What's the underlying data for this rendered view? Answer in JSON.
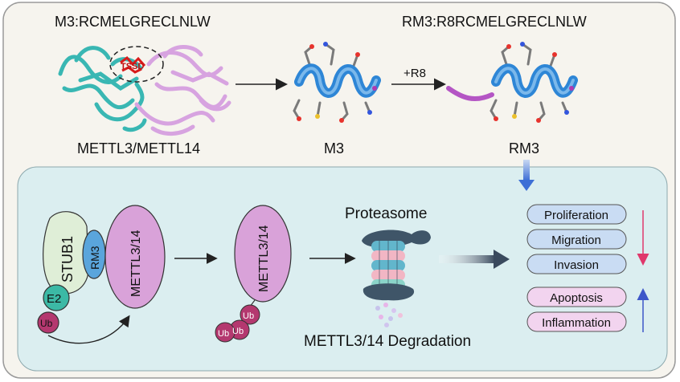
{
  "top": {
    "m3_sequence": "M3:RCMELGRECLNLW",
    "rm3_sequence": "RM3:R8RCMELGRECLNLW",
    "complex_label": "METTL3/METTL14",
    "binding_site_label": "TSSD",
    "m3_label": "M3",
    "rm3_label": "RM3",
    "r8_label": "+R8"
  },
  "bottom": {
    "stub1_label": "STUB1",
    "rm3_label": "RM3",
    "e2_label": "E2",
    "ub_label": "Ub",
    "mettl_label": "METTL3/14",
    "ub_chain": [
      "Ub",
      "Ub",
      "Ub"
    ],
    "proteasome_label": "Proteasome",
    "degradation_label": "METTL3/14 Degradation",
    "down_outcomes": [
      "Proliferation",
      "Migration",
      "Invasion"
    ],
    "up_outcomes": [
      "Apoptosis",
      "Inflammation"
    ]
  },
  "colors": {
    "background_top": "#f6f4ee",
    "background_bottom": "#dbeef0",
    "helix": "#2e86d6",
    "mettl3": "#39b7b3",
    "mettl14": "#d7a3e0",
    "mettl_box": "#d9a2d9",
    "stub1": "#dfeed7",
    "rm3_bubble": "#5aa5dc",
    "e2": "#3cb9a5",
    "ub": "#b4386f",
    "down_box": "#c9dcf3",
    "up_box": "#f2d4ef",
    "down_arrow": "#e0386c",
    "up_arrow": "#3d56c9"
  }
}
